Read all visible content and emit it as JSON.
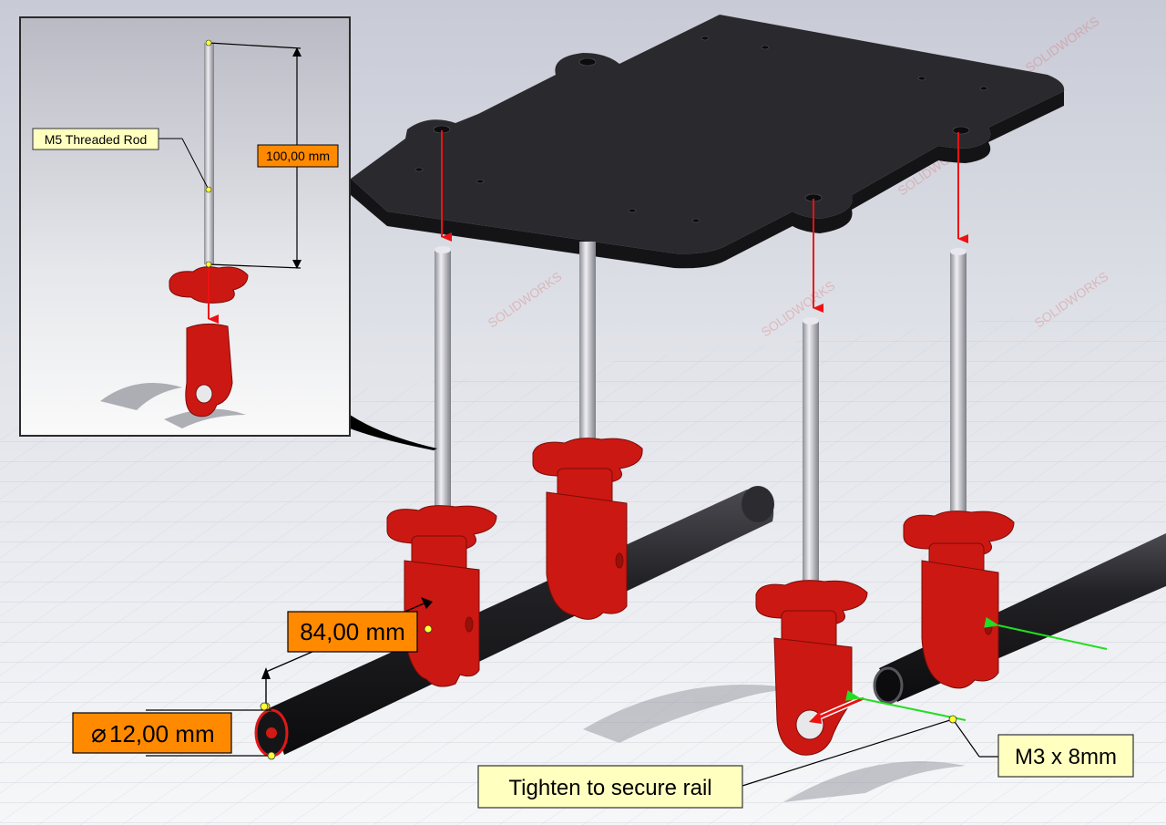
{
  "callouts": {
    "rod_name": "M5 Threaded Rod",
    "rod_length": "100,00 mm",
    "clamp_spacing": "84,00 mm",
    "rail_diameter": "12,00 mm",
    "diameter_symbol": "⌀",
    "screw_spec": "M3 x 8mm",
    "instruction": "Tighten to secure rail"
  },
  "watermark": {
    "brand_text": "SOLIDWORKS"
  },
  "colors": {
    "plate": "#2b2b2e",
    "rod": "#c9c9cf",
    "clamp": "#d11a12",
    "rail": "#1c1c1e",
    "arrow_down": "#ee1111",
    "arrow_green": "#22dd22",
    "dim_box": "#ff8a00",
    "note_box": "#ffffc0"
  },
  "icons": {
    "diameter": "diameter-icon",
    "attach_point": "anchor-dot-icon"
  }
}
